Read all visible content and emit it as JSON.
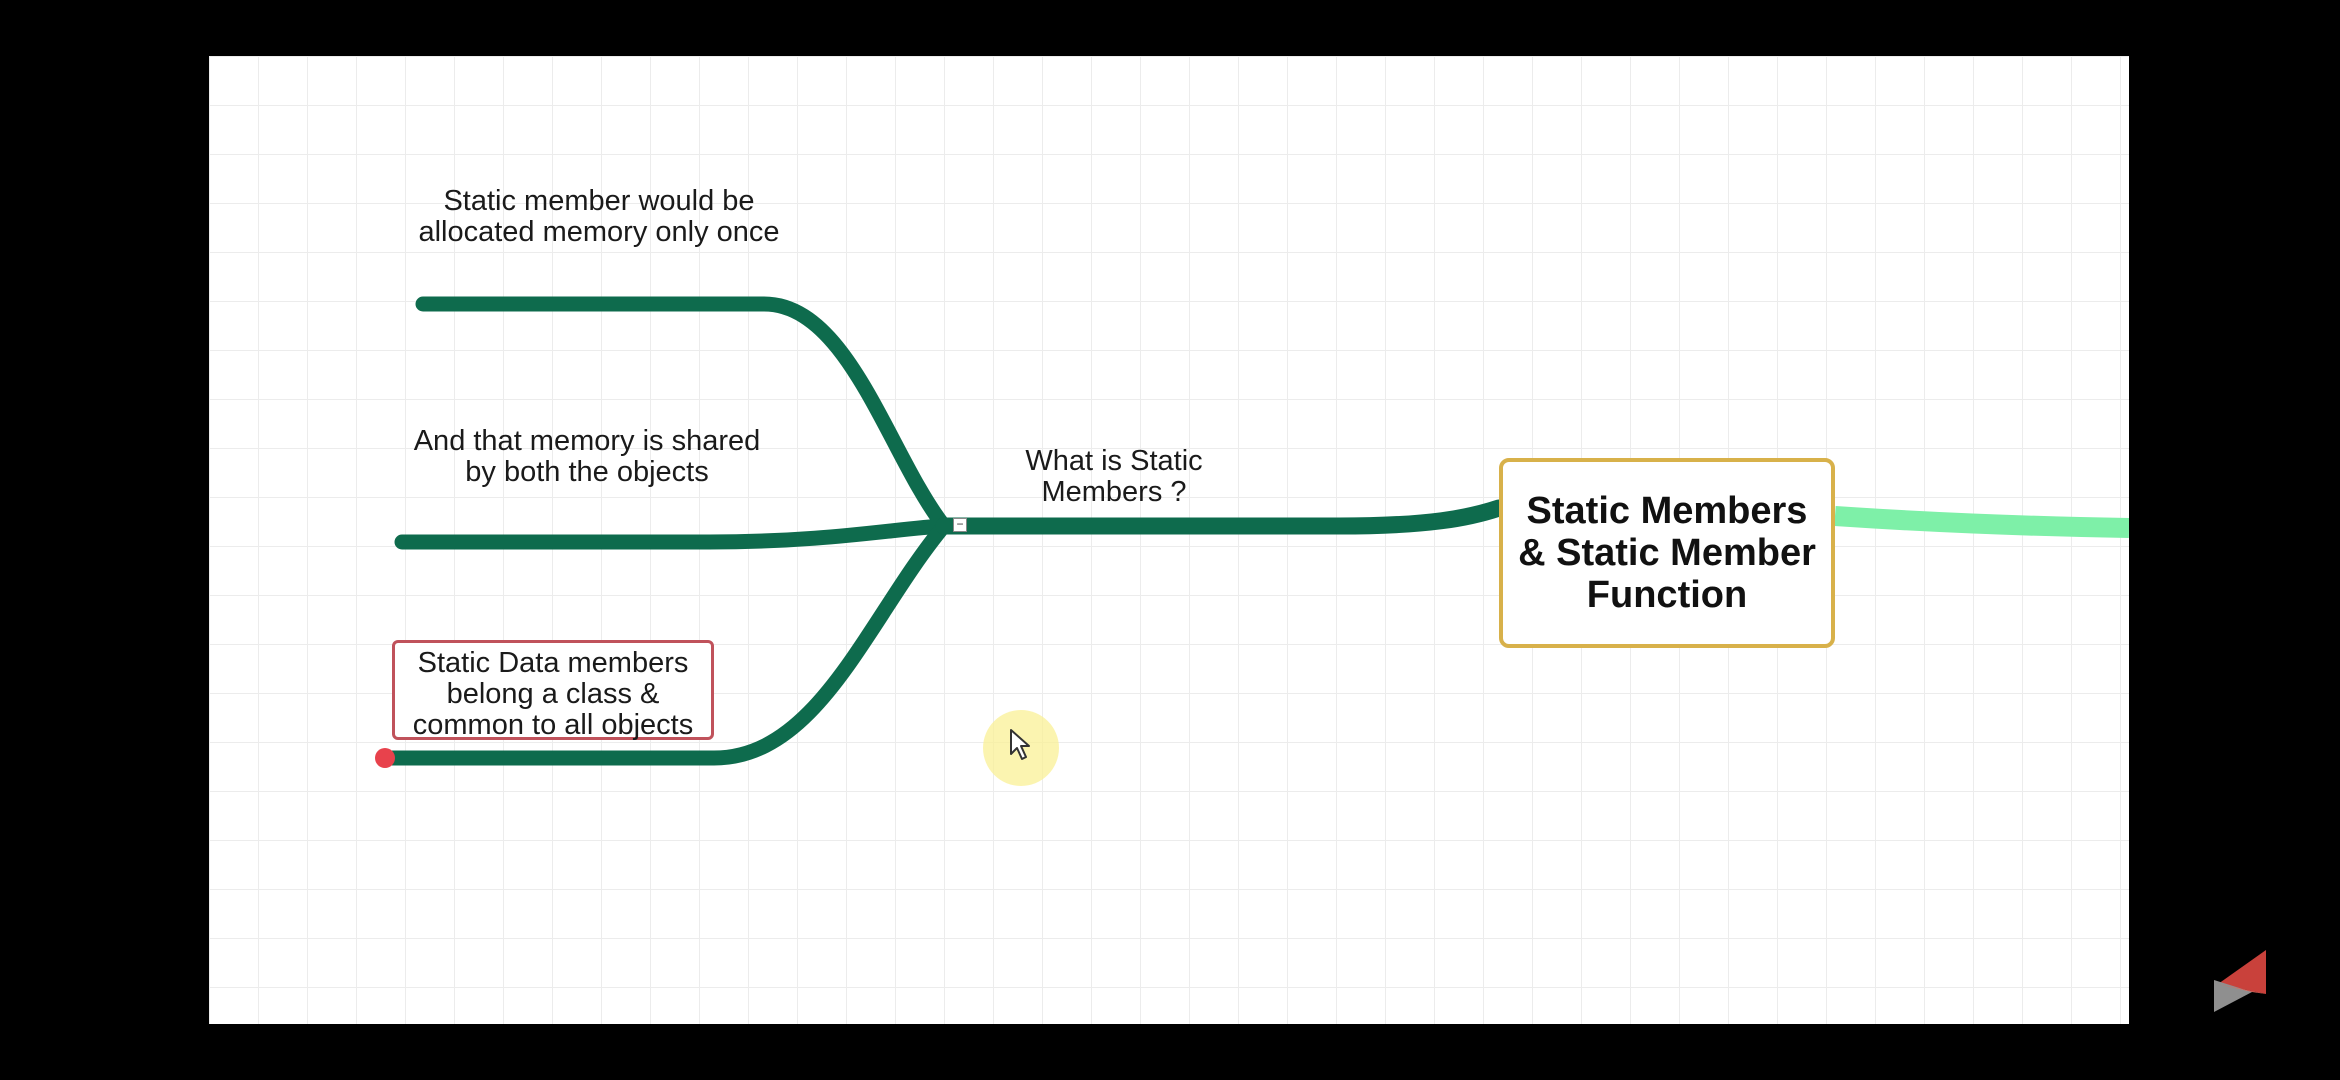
{
  "mindmap": {
    "central_topic": "Static Members & Static Member Function",
    "branch_label": "What is Static Members ?",
    "leaves": [
      "Static member would be allocated memory only once",
      "And that memory is shared by both the objects",
      "Static Data members belong a class & common to all objects"
    ],
    "collapse_symbol": "−"
  },
  "colors": {
    "branch": "#0e6b4d",
    "right_branch": "#7ef0a8",
    "node_border": "#d8b14a",
    "selected_border": "#c0525b",
    "handle": "#e8424c"
  },
  "icons": [
    "cursor-icon",
    "brand-logo-icon"
  ]
}
